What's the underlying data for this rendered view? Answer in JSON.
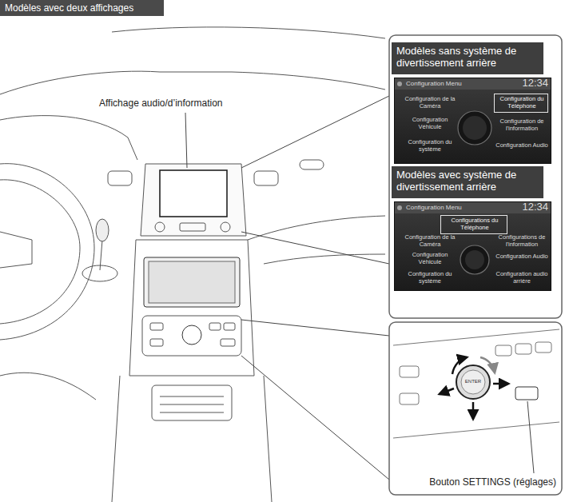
{
  "diagram": {
    "title": "Modèles avec deux affichages",
    "nodes": [
      {
        "text": [
          "Modèles sans système de divertissement arrière"
        ]
      },
      {
        "text": [
          "Configuration Menu",
          "12:34",
          "Configuration de la Caméra",
          "Configuration Véhicule",
          "Configuration de l'information",
          "Configuration du système",
          "Configuration Audio"
        ]
      },
      {
        "text": [
          "Configuration du Téléphone"
        ],
        "in": 1
      },
      {
        "text": [
          "Modèles avec système de divertissement arrière"
        ]
      },
      {
        "text": [
          "Configuration Menu",
          "12:34",
          "Configuration de la Caméra",
          "Configurations de l'information",
          "Configuration Véhicule",
          "Configuration Audio",
          "Configuration du système",
          "Configuration audio arrière"
        ]
      },
      {
        "text": [
          "Configurations du Téléphone"
        ],
        "in": 4
      }
    ],
    "labels": [
      "Affichage audio/d’information",
      "ENTER",
      "Bouton SETTINGS (réglages)"
    ]
  }
}
